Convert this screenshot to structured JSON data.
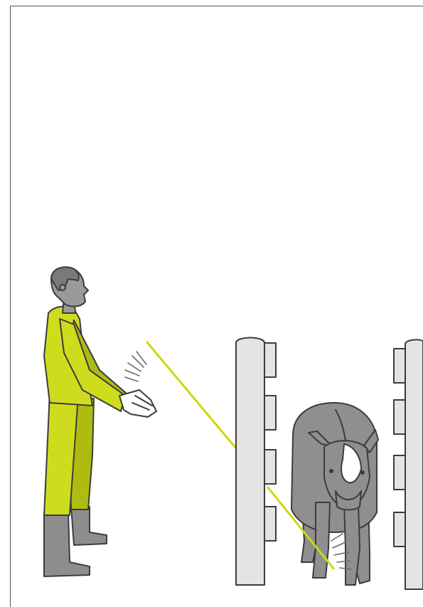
{
  "illustration": {
    "subjects": [
      "handler",
      "calf",
      "gate-posts"
    ],
    "colors": {
      "coverall": "#cfdc1e",
      "coverall_shadow": "#aebc10",
      "boots": "#8d8d8d",
      "skin_gray": "#9a9a9a",
      "outline": "#3c3c3c",
      "post": "#e3e5e2",
      "sightline": "#cfd80f",
      "calf_body": "#8f8f8f",
      "calf_blaze": "#ffffff"
    }
  }
}
